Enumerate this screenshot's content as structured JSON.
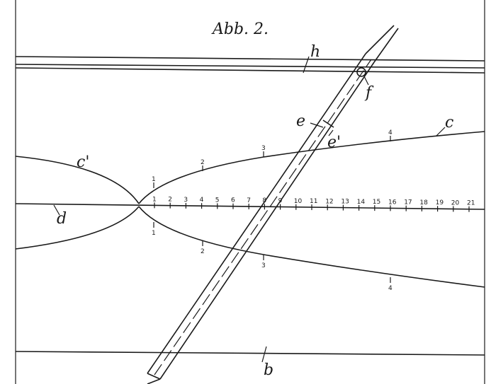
{
  "figure": {
    "title": "Abb. 2.",
    "labels": {
      "h": "h",
      "f": "f",
      "e": "e",
      "e1": "e'",
      "c": "c",
      "c1": "c'",
      "d": "d",
      "b": "b"
    },
    "scale_ticks": [
      "1",
      "2",
      "3",
      "4",
      "5",
      "6",
      "7",
      "8",
      "9",
      "10",
      "11",
      "12",
      "13",
      "14",
      "15",
      "16",
      "17",
      "18",
      "19",
      "20",
      "21"
    ],
    "upper_curve_ticks": [
      "1",
      "2",
      "3",
      "4"
    ],
    "lower_curve_ticks": [
      "1",
      "2",
      "3",
      "4"
    ]
  }
}
